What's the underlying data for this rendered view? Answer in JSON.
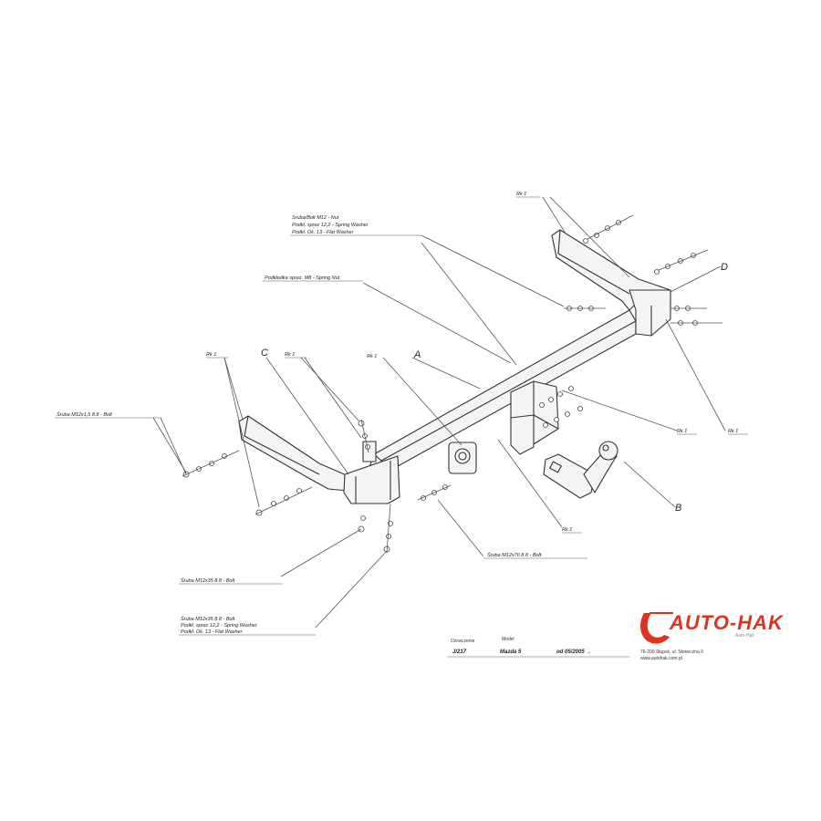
{
  "labels": {
    "rys1_top": "Rk 1",
    "rys1_left_a": "Rk 1",
    "rys1_left_b": "Rk 1",
    "rys1_mid": "Rk 1",
    "rys1_right_a": "Rk 1",
    "rys1_right_b": "Rk 1",
    "rys1_bottom": "Rk 1",
    "letter_A": "A",
    "letter_B": "B",
    "letter_C": "C",
    "letter_D": "D",
    "note_top_line1": "Sruba/Bolt M12 - Nut",
    "note_top_line2": "Podkł. sprez 12,2 - Spring Washer",
    "note_top_line3": "Podkł. Ok. 13 - Flat Washer",
    "note_spring": "Podkładka sprez. M8 - Spring Nut",
    "note_left": "Śruba M12x1,5 8.8 - Bolt",
    "note_center": "Śruba M12x70 8.8 - Bolt",
    "note_bl1": "Śruba M12x35 8.8 - Bolt",
    "note_bl2_line1": "Śruba M12x35 8.8 - Bolt",
    "note_bl2_line2": "Podkł. sprez 12,2 - Spring Washer",
    "note_bl2_line3": "Podkł. Ok. 13 - Flat Washer"
  },
  "title_block": {
    "col1_header": "Oznaczenie",
    "col2_header": "Model",
    "col1_value": "J/217",
    "col2_value": "Mazda 5",
    "col3_value": "od 05/2005 →"
  },
  "logo": {
    "text": "AUTO-HAK",
    "subtext": "Auto-Hak",
    "contact_line1": "76-200 Słupsk, ul. Słoneczna 9",
    "contact_line2": "www.autohak.com.pl"
  },
  "colors": {
    "logo_red": "#e0321e",
    "line": "#333333"
  }
}
